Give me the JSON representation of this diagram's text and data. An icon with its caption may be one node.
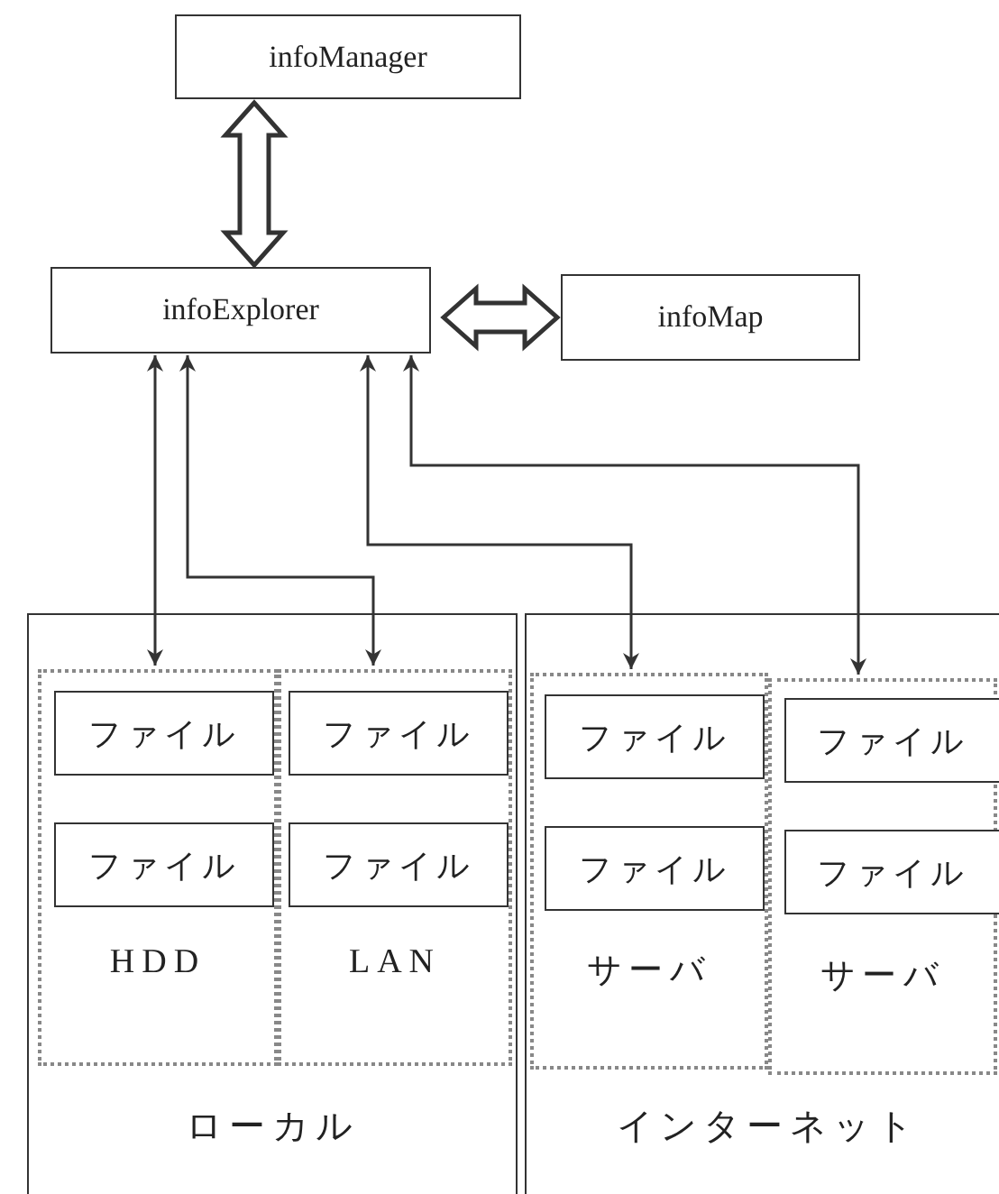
{
  "diagram": {
    "nodes": [
      {
        "text": [
          "infoManager"
        ]
      },
      {
        "text": [
          "infoExplorer"
        ]
      },
      {
        "text": [
          "infoMap"
        ]
      },
      {
        "text": [
          "ローカル"
        ]
      },
      {
        "text": [
          "HDD"
        ],
        "in": 3
      },
      {
        "text": [
          "ファイル"
        ],
        "in": 4
      },
      {
        "text": [
          "ファイル"
        ],
        "in": 4
      },
      {
        "text": [
          "LAN"
        ],
        "in": 3
      },
      {
        "text": [
          "ファイル"
        ],
        "in": 7
      },
      {
        "text": [
          "ファイル"
        ],
        "in": 7
      },
      {
        "text": [
          "インターネット"
        ]
      },
      {
        "text": [
          "サーバ"
        ],
        "in": 10
      },
      {
        "text": [
          "ファイル"
        ],
        "in": 11
      },
      {
        "text": [
          "ファイル"
        ],
        "in": 11
      },
      {
        "text": [
          "サーバ"
        ],
        "in": 10
      },
      {
        "text": [
          "ファイル"
        ],
        "in": 14
      },
      {
        "text": [
          "ファイル"
        ],
        "in": 14
      }
    ],
    "edges": [
      {
        "from": 0,
        "to": 1,
        "arrow": "both",
        "style": "thick"
      },
      {
        "from": 1,
        "to": 2,
        "arrow": "both",
        "style": "thick"
      },
      {
        "from": 1,
        "to": 4,
        "arrow": "both"
      },
      {
        "from": 1,
        "to": 7,
        "arrow": "both"
      },
      {
        "from": 1,
        "to": 11,
        "arrow": "both"
      },
      {
        "from": 1,
        "to": 14,
        "arrow": "both"
      }
    ]
  }
}
